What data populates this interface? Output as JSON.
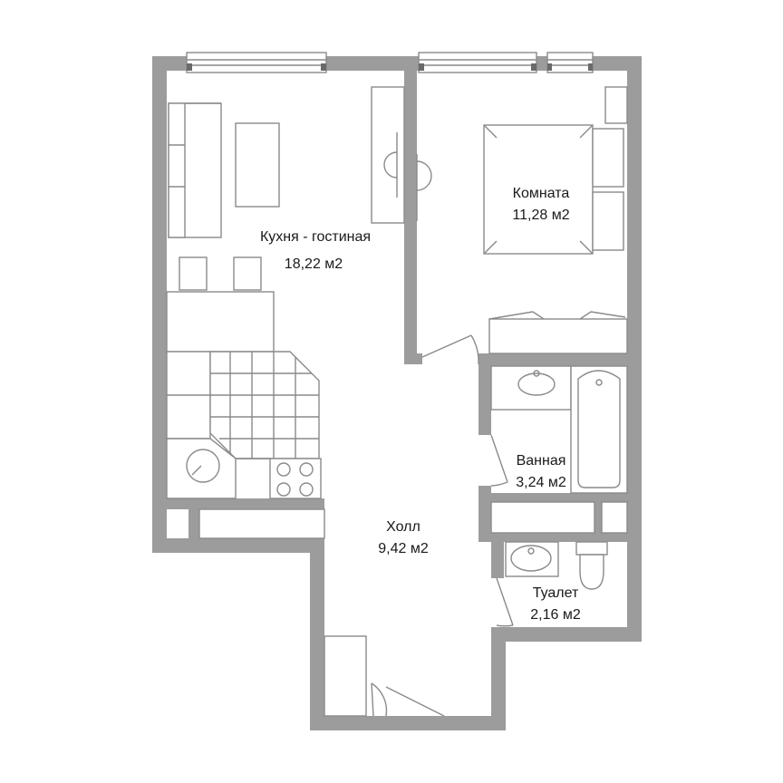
{
  "rooms": [
    {
      "name": "Кухня - гостиная",
      "area": "18,22 м2"
    },
    {
      "name": "Комната",
      "area": "11,28 м2"
    },
    {
      "name": "Ванная",
      "area": "3,24 м2"
    },
    {
      "name": "Холл",
      "area": "9,42 м2"
    },
    {
      "name": "Туалет",
      "area": "2,16 м2"
    }
  ],
  "colors": {
    "wall": "#9c9c9c",
    "line": "#8a8a8a",
    "background": "#ffffff"
  }
}
